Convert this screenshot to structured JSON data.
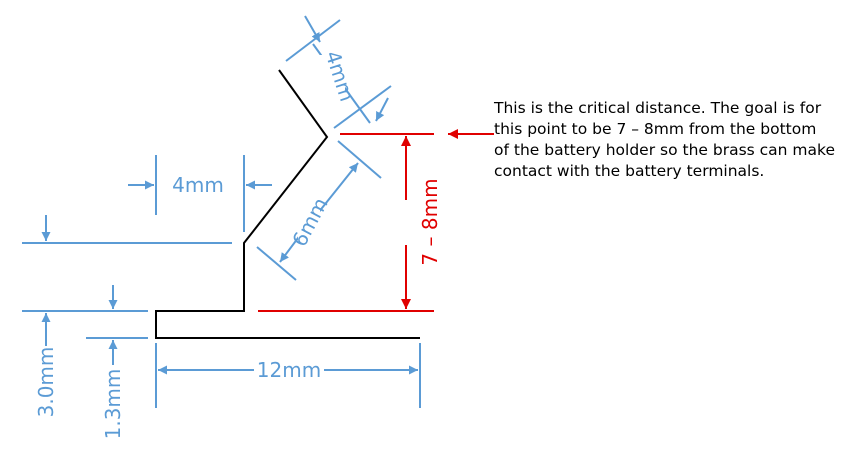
{
  "colors": {
    "dimension": "#5b9bd5",
    "critical": "#e00000",
    "profile": "#000000",
    "background": "#ffffff"
  },
  "dimensions": {
    "top_edge": "4mm",
    "horizontal_offset": "4mm",
    "slanted_edge": "6mm",
    "critical_height": "7 – 8mm",
    "base_length": "12mm",
    "step_height": "3.0mm",
    "thickness": "1.3mm"
  },
  "note": {
    "lines": [
      "This is the critical distance.  The goal is for",
      "this point to be 7 – 8mm from the bottom",
      "of the battery holder so the brass can make",
      "contact with the battery terminals."
    ]
  }
}
